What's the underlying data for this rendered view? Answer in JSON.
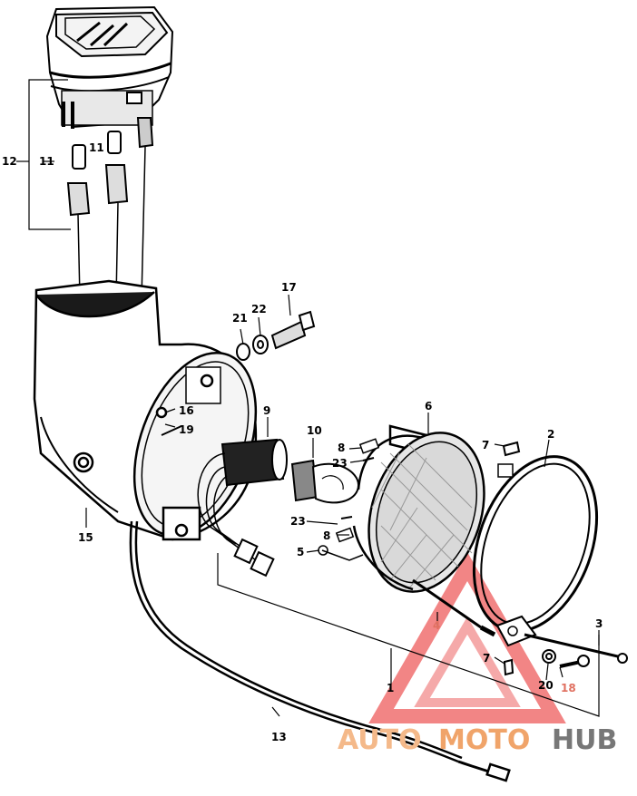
{
  "callouts": {
    "c1": "1",
    "c2": "2",
    "c3": "3",
    "c4": "4",
    "c5": "5",
    "c6": "6",
    "c7a": "7",
    "c7b": "7",
    "c8a": "8",
    "c8b": "8",
    "c9": "9",
    "c10": "10",
    "c11a": "11",
    "c11b": "11",
    "c12": "12",
    "c13": "13",
    "c15": "15",
    "c16": "16",
    "c17": "17",
    "c18": "18",
    "c19": "19",
    "c20": "20",
    "c21": "21",
    "c22": "22",
    "c23a": "23",
    "c23b": "23"
  },
  "watermark": {
    "part1": "AUTO",
    "part2": "MOTO",
    "part3": "HUB",
    "colors": {
      "auto": "#f4b98a",
      "moto": "#f0a46a",
      "hub": "#777777",
      "logo": "#f07070"
    }
  }
}
